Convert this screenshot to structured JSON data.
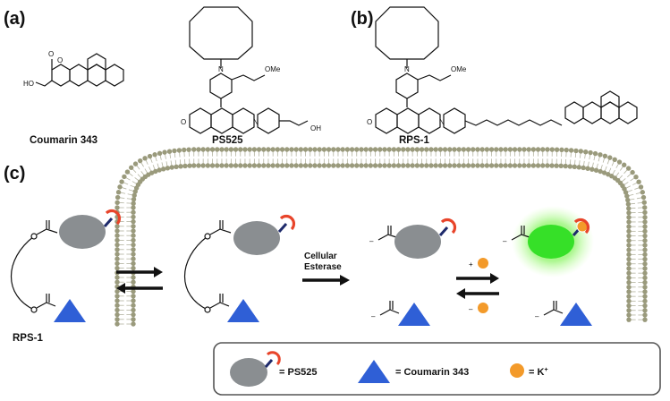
{
  "panels": {
    "a": "(a)",
    "b": "(b)",
    "c": "(c)"
  },
  "compounds": {
    "coumarin": "Coumarin 343",
    "ps525": "PS525",
    "rps1": "RPS-1"
  },
  "atoms": {
    "ho": "HO",
    "o": "O",
    "n": "N",
    "ome": "OMe",
    "oh": "OH"
  },
  "scheme": {
    "rps1_label": "RPS-1",
    "enzyme_line1": "Cellular",
    "enzyme_line2": "Esterase",
    "plus": "+",
    "minus": "–",
    "charge": "–"
  },
  "legend": {
    "ps525": "= PS525",
    "coumarin": "= Coumarin 343",
    "k": "= K",
    "k_sup": "+"
  },
  "colors": {
    "body_gray": "#8a8e91",
    "receptor_red": "#e8442a",
    "linker_navy": "#1e2a6b",
    "triangle_blue": "#2f5fd6",
    "potassium_orange": "#f39a2a",
    "fluorescent_green": "#36e028",
    "membrane_head": "#9a9a7c"
  }
}
